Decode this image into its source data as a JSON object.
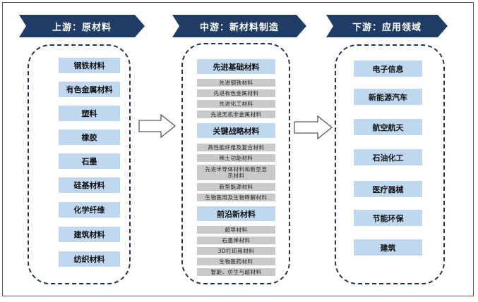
{
  "headers": {
    "upstream": "上游：原材料",
    "midstream": "中游：新材料制造",
    "downstream": "下游：应用领域"
  },
  "upstream": [
    "钢铁材料",
    "有色金属材料",
    "塑料",
    "橡胶",
    "石墨",
    "硅基材料",
    "化学纤维",
    "建筑材料",
    "纺织材料"
  ],
  "midstream": {
    "groups": [
      {
        "title": "先进基础材料",
        "items": [
          "先进钢铁材料",
          "先进有色金属材料",
          "先进化工材料",
          "先进无机非金属材料"
        ]
      },
      {
        "title": "关键战略材料",
        "items": [
          "高性能纤维及复合材料",
          "稀土功能材料",
          "先进半导体材料和新型显示材料",
          "新型能源材料",
          "生物医用及生物降解材料"
        ]
      },
      {
        "title": "前沿新材料",
        "items": [
          "超导材料",
          "石墨烯材料",
          "3D打印用材料",
          "生物医药材料",
          "智能、仿生与超材料"
        ]
      }
    ]
  },
  "downstream": [
    "电子信息",
    "新能源汽车",
    "航空航天",
    "石油化工",
    "医疗器械",
    "节能环保",
    "建筑"
  ],
  "colors": {
    "banner": "#1f3d66",
    "box": "#bfd7ef",
    "subbox": "#c9c9c9",
    "border": "#1f3550"
  }
}
